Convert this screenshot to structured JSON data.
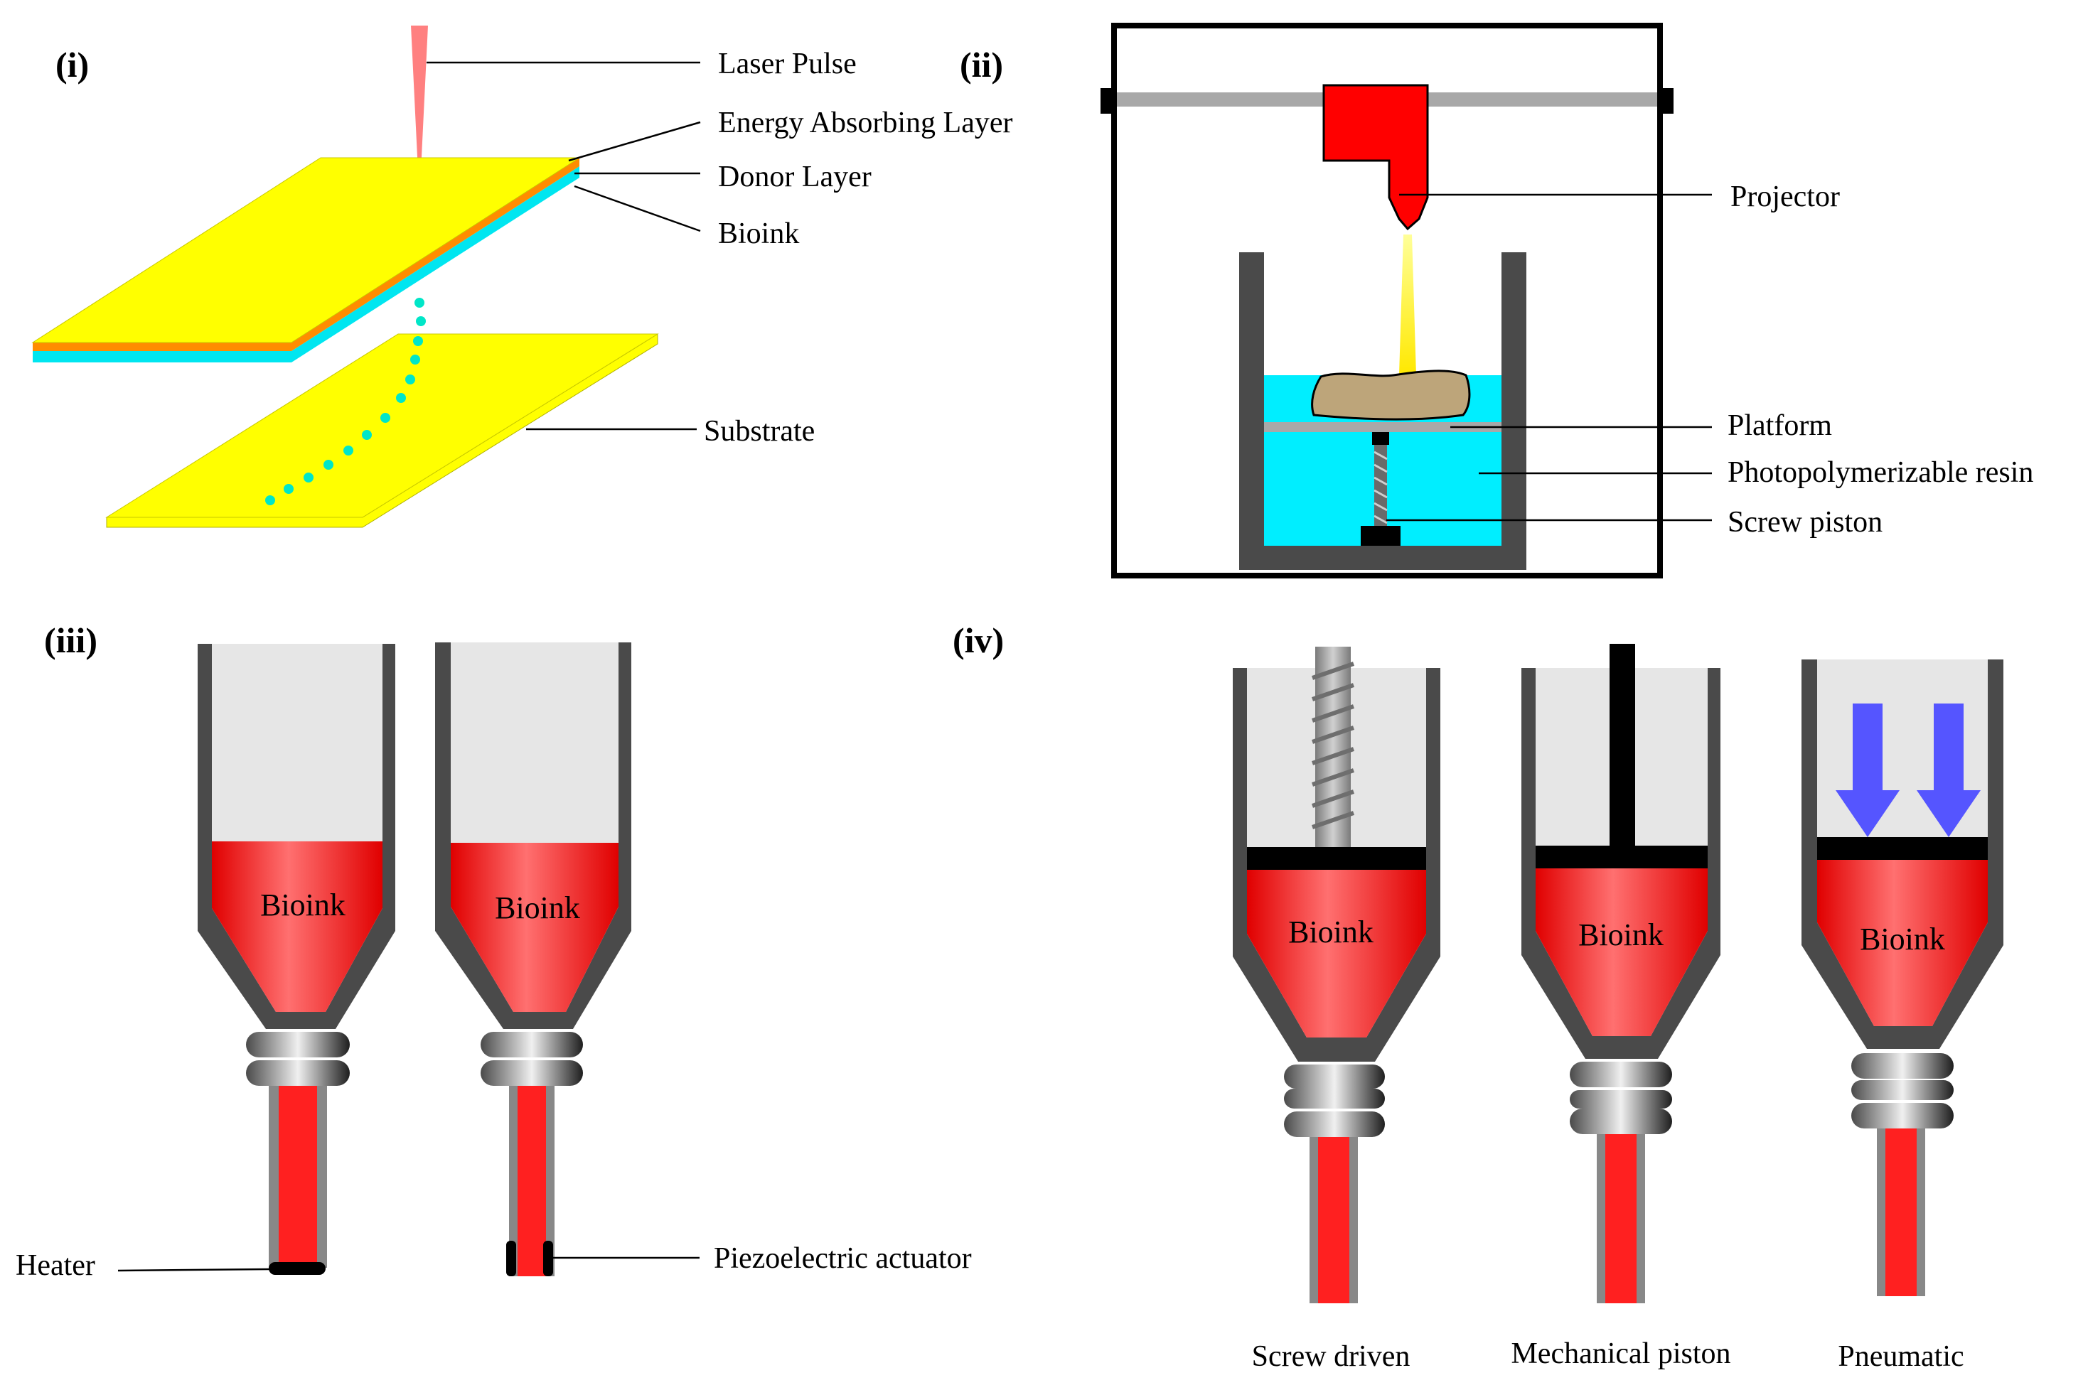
{
  "panels": {
    "i": {
      "label": "(i)",
      "callouts": {
        "laser_pulse": "Laser Pulse",
        "energy_absorbing_layer": "Energy Absorbing Layer",
        "donor_layer": "Donor Layer",
        "bioink": "Bioink",
        "substrate": "Substrate"
      }
    },
    "ii": {
      "label": "(ii)",
      "callouts": {
        "projector": "Projector",
        "platform": "Platform",
        "resin": "Photopolymerizable resin",
        "screw_piston": "Screw piston"
      }
    },
    "iii": {
      "label": "(iii)",
      "nozzle_text": "Bioink",
      "callouts": {
        "heater": "Heater",
        "piezo": "Piezoelectric actuator"
      }
    },
    "iv": {
      "label": "(iv)",
      "nozzle_text": "Bioink",
      "captions": {
        "screw": "Screw driven",
        "mechanical": "Mechanical piston",
        "pneumatic": "Pneumatic"
      }
    }
  },
  "colors": {
    "bioink_red": "#ff2020",
    "substrate_yellow": "#ffff00",
    "donor_orange": "#ff8c00",
    "bioink_cyan": "#00e6f0",
    "resin_cyan": "#00eeff",
    "projector_red": "#ff0000",
    "laser_pink": "#ff8080",
    "pneumatic_arrow": "#5555ff",
    "wall_gray": "#4a4a4a",
    "chamber_gray": "#e6e6e6"
  }
}
